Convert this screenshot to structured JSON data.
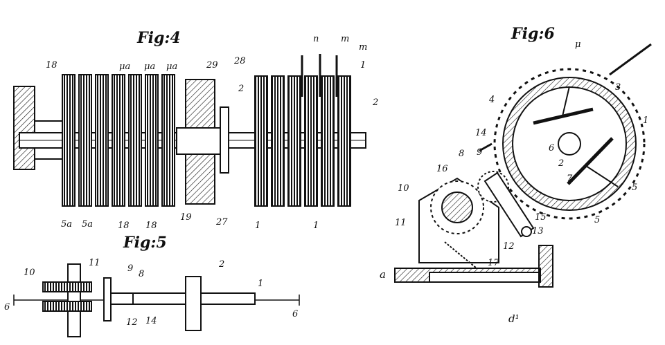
{
  "figures": {
    "fig4": {
      "title": "Fig:4"
    },
    "fig5": {
      "title": "Fig:5"
    },
    "fig6": {
      "title": "Fig:6"
    }
  },
  "labels": {
    "fig4": [
      "18",
      "μa",
      "μa",
      "μa",
      "29",
      "28",
      "n",
      "m",
      "m",
      "1",
      "2",
      "2",
      "5a",
      "5a",
      "18",
      "18",
      "19",
      "27",
      "1",
      "1"
    ],
    "fig5": [
      "11",
      "9",
      "8",
      "2",
      "1",
      "10",
      "6",
      "12",
      "14",
      "6"
    ],
    "fig6": [
      "μ",
      "3",
      "4",
      "1",
      "14",
      "6",
      "8",
      "9",
      "2",
      "16",
      "7",
      "10",
      "5",
      "5",
      "11",
      "15",
      "13",
      "12",
      "17",
      "a",
      "d¹"
    ]
  },
  "colors": {
    "ink": "#111111",
    "paper": "#ffffff"
  }
}
